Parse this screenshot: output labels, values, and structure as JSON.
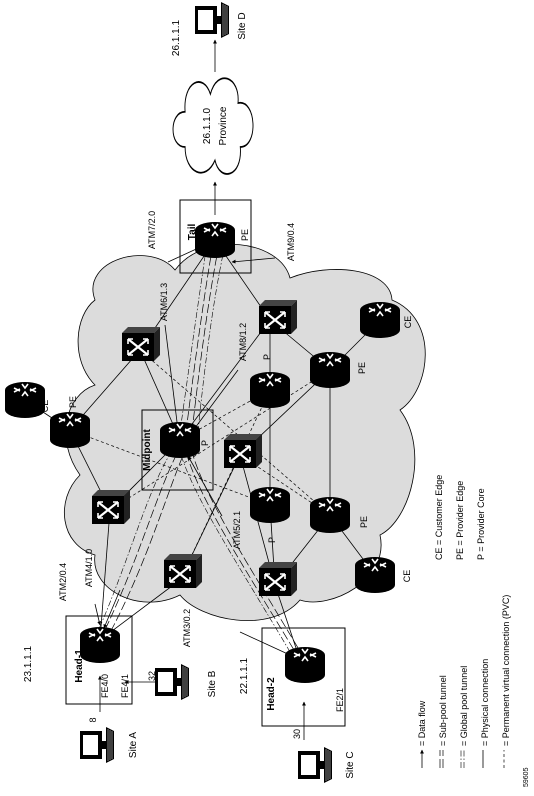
{
  "labels": {
    "site_d_ip": "26.1.1.1",
    "site_d": "Site D",
    "province_ip": "26.1.1.0",
    "province": "Province",
    "tail": "Tail",
    "tail_pe": "PE",
    "atm7": "ATM7/2.0",
    "atm9": "ATM9/0.4",
    "atm6": "ATM6/1.3",
    "atm8": "ATM8/1.2",
    "pe_left": "PE",
    "ce_left": "CE",
    "midpoint": "Midpoint",
    "midpoint_p": "P",
    "p_upper": "P",
    "p_lower": "P",
    "pe_right": "PE",
    "ce_right": "CE",
    "atm5": "ATM5/2.1",
    "pe_bottom": "PE",
    "ce_bottom": "CE",
    "atm2": "ATM2/0.4",
    "atm4": "ATM4/1.0",
    "atm3": "ATM3/0.2",
    "head1_ip": "23.1.1.1",
    "head1": "Head-1",
    "fe4_0": "FE4/0",
    "fe4_1": "FE4/1",
    "head2_ip": "22.1.1.1",
    "head2": "Head-2",
    "fe2_1": "FE2/1",
    "site_a": "Site A",
    "site_a_num": "8",
    "site_b": "Site B",
    "site_b_num": "32",
    "site_c": "Site C",
    "site_c_num": "30"
  },
  "key_abbrev": [
    "CE = Customer Edge",
    "PE = Provider Edge",
    "P = Provider Core"
  ],
  "legend": [
    "= Data flow",
    "= Sub-pool tunnel",
    "= Global pool tunnel",
    "= Physical connection",
    "= Permanent virtual connection (PVC)"
  ],
  "figure_id": "59605"
}
